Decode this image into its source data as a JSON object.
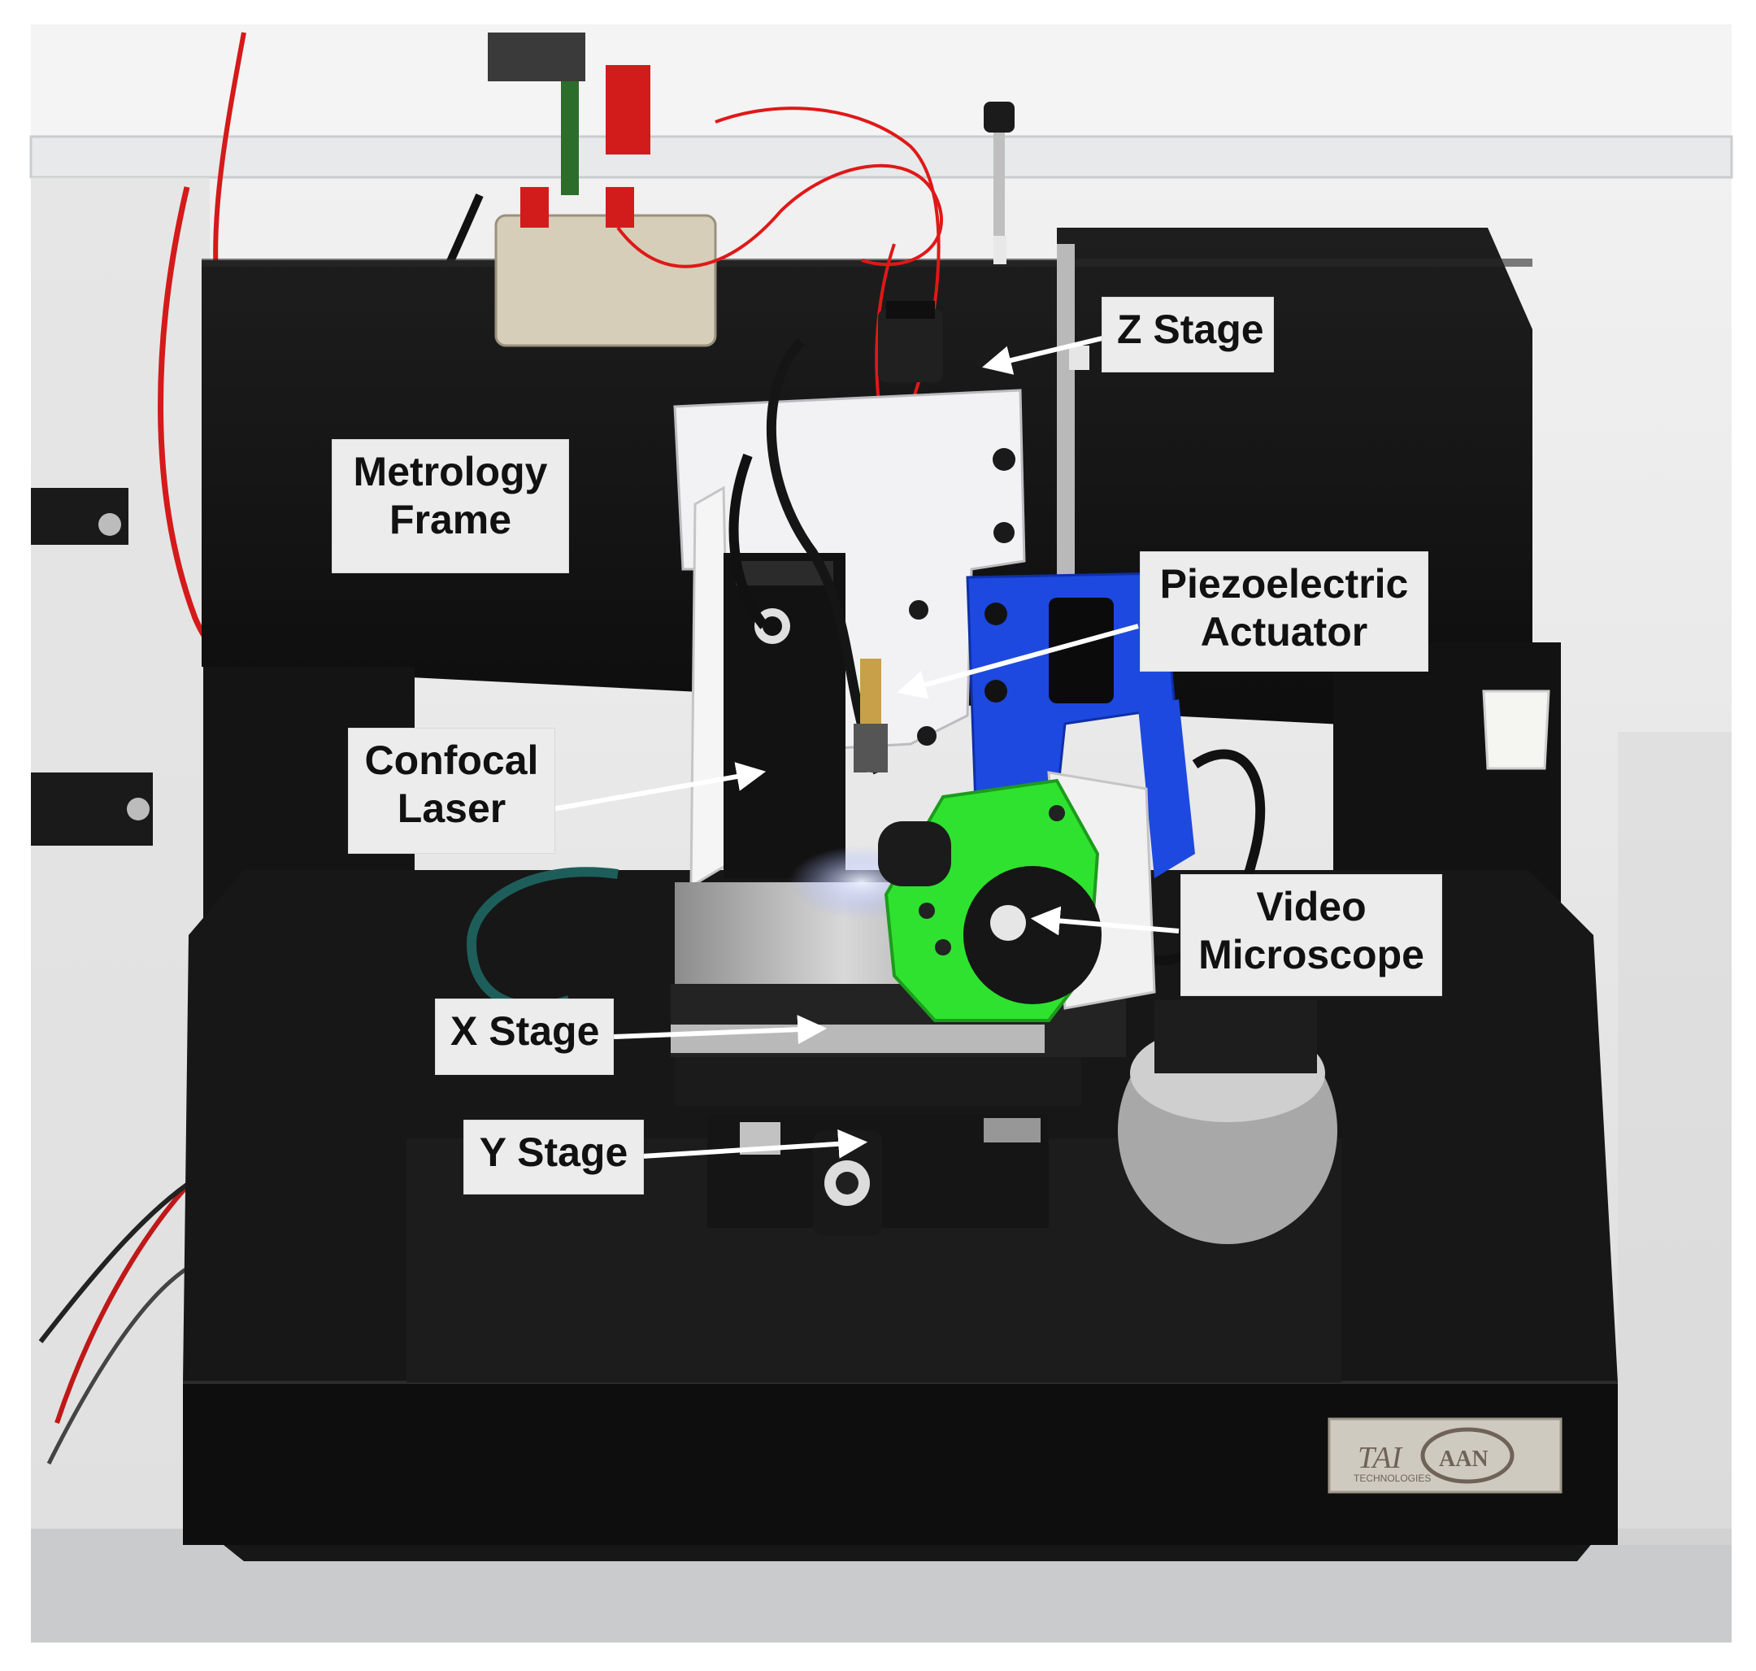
{
  "labels": {
    "z_stage": "Z Stage",
    "metrology_frame": {
      "line1": "Metrology",
      "line2": "Frame"
    },
    "piezoelectric_actuator": {
      "line1": "Piezoelectric",
      "line2": "Actuator"
    },
    "confocal_laser": {
      "line1": "Confocal",
      "line2": "Laser"
    },
    "video_microscope": {
      "line1": "Video",
      "line2": "Microscope"
    },
    "x_stage": "X Stage",
    "y_stage": "Y Stage"
  },
  "logo": {
    "brand_left": "TAI",
    "brand_right": "AAN",
    "subtitle": "TECHNOLOGIES"
  },
  "colors": {
    "label_background": "#ececec",
    "arrow": "#ffffff",
    "granite": "#161616",
    "green_clamp": "#2fe22f",
    "blue_bracket": "#1d49e0",
    "red_wire": "#e01818"
  },
  "icons": {
    "arrow": "white-pointer-arrow"
  }
}
